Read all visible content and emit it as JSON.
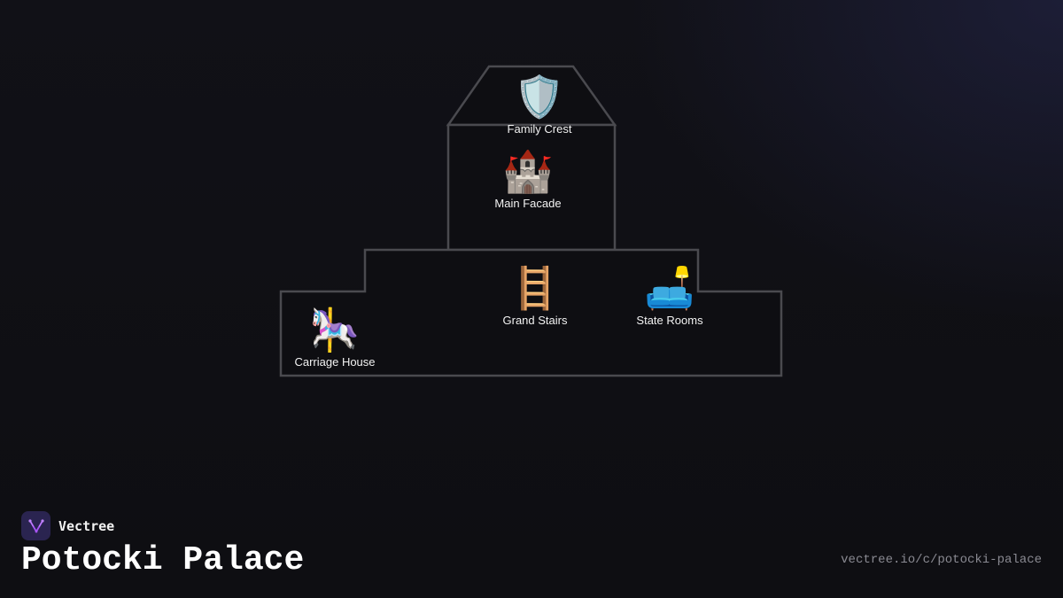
{
  "brand": {
    "name": "Vectree",
    "accent": "#a855f7"
  },
  "title": "Potocki Palace",
  "url": "vectree.io/c/potocki-palace",
  "colors": {
    "background": "#0f0f14",
    "outline": "#4a4a4f",
    "label": "#f2f2f2"
  },
  "rooms": [
    {
      "id": "family-crest",
      "icon": "shield-icon",
      "emoji": "🛡️",
      "label": "Family Crest"
    },
    {
      "id": "main-facade",
      "icon": "castle-icon",
      "emoji": "🏰",
      "label": "Main Facade"
    },
    {
      "id": "grand-stairs",
      "icon": "ladder-icon",
      "emoji": "🪜",
      "label": "Grand Stairs"
    },
    {
      "id": "state-rooms",
      "icon": "couch-and-lamp-icon",
      "emoji": "🛋️",
      "label": "State Rooms"
    },
    {
      "id": "carriage-house",
      "icon": "carousel-horse-icon",
      "emoji": "🎠",
      "label": "Carriage House"
    }
  ]
}
